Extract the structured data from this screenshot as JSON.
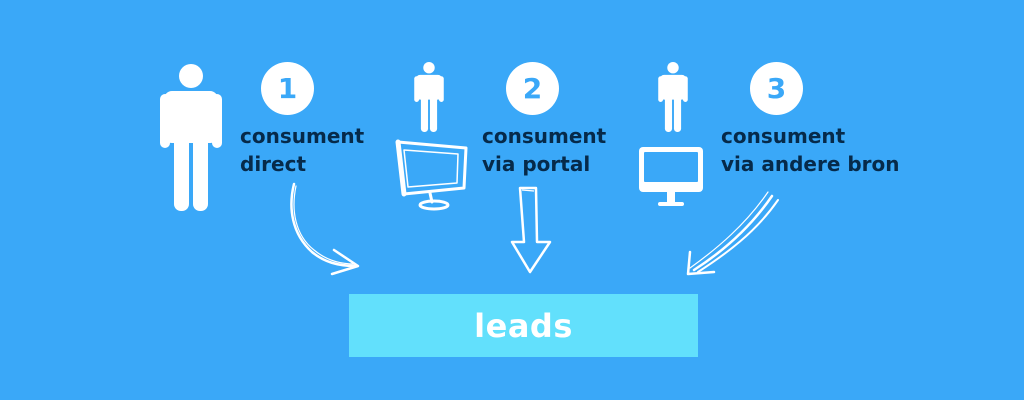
{
  "steps": [
    {
      "number": "1",
      "line1": "consument",
      "line2": "direct"
    },
    {
      "number": "2",
      "line1": "consument",
      "line2": "via portal"
    },
    {
      "number": "3",
      "line1": "consument",
      "line2": "via andere bron"
    }
  ],
  "target": {
    "label": "leads"
  },
  "colors": {
    "background": "#3aa8f8",
    "leads_box": "#62e0fc",
    "label_text": "#062a4a",
    "badge_fill": "#ffffff",
    "icon": "#ffffff"
  },
  "icons": {
    "person": "person-icon",
    "monitor": "monitor-icon",
    "imac": "imac-icon",
    "arrow": "arrow-icon"
  }
}
